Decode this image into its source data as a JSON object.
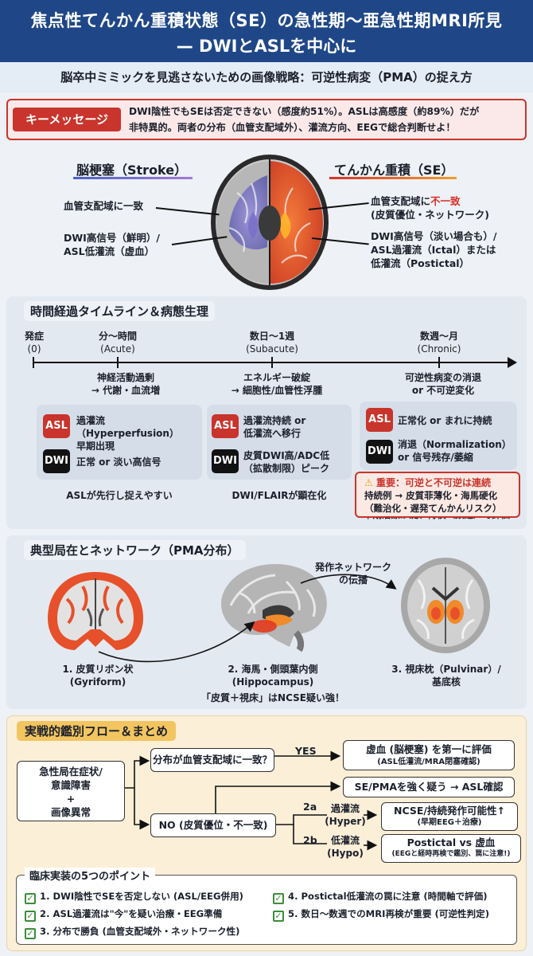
{
  "header": {
    "title_line1": "焦点性てんかん重積状態（SE）の急性期〜亜急性期MRI所見",
    "title_line2": "— DWIとASLを中心に",
    "subtitle": "脳卒中ミミックを見逃さないための画像戦略：可逆性病変（PMA）の捉え方"
  },
  "key_message": {
    "tag": "キーメッセージ",
    "line1": "DWI陰性でもSEは否定できない（感度約51%）。ASLは高感度（約89%）だが",
    "line2": "非特異的。両者の分布（血管支配域外）、灌流方向、EEGで総合判断せよ！"
  },
  "comparison": {
    "stroke_title": "脳梗塞（Stroke）",
    "stroke_label1": "血管支配域に一致",
    "stroke_label2_line1": "DWI高信号（鮮明）/",
    "stroke_label2_line2": "ASL低灌流（虚血）",
    "se_title": "てんかん重積（SE）",
    "se_label1_prefix": "血管支配域に",
    "se_label1_emph": "不一致",
    "se_label1_line2": "(皮質優位・ネットワーク)",
    "se_label2_line1": "DWI高信号（淡い場合も）/",
    "se_label2_line2": "ASL過灌流（Ictal）または",
    "se_label2_line3": "低灌流（Postictal）",
    "colors": {
      "stroke": "#6b5fd0",
      "se": "#e0452b"
    }
  },
  "timeline": {
    "section_title": "時間経過タイムライン＆病態生理",
    "points": [
      {
        "label": "発症",
        "sub": "(0)"
      },
      {
        "label": "分〜時間",
        "sub": "(Acute)"
      },
      {
        "label": "数日〜1週",
        "sub": "(Subacute)"
      },
      {
        "label": "数週〜月",
        "sub": "(Chronic)"
      }
    ],
    "phases": [
      {
        "line1": "神経活動過剰",
        "line2": "→ 代謝・血流増"
      },
      {
        "line1": "エネルギー破綻",
        "line2": "→ 細胞性/血管性浮腫"
      },
      {
        "line1": "可逆性病変の消退",
        "line2": "or 不可逆変化"
      }
    ],
    "badges": {
      "asl": "ASL",
      "dwi": "DWI"
    },
    "acute": {
      "asl_line1": "過灌流（Hyperperfusion）",
      "asl_line2": "早期出現",
      "dwi": "正常 or 淡い高信号",
      "caption": "ASLが先行し捉えやすい"
    },
    "subacute": {
      "asl_line1": "過灌流持続 or",
      "asl_line2": "低灌流へ移行",
      "dwi_line1": "皮質DWI高/ADC低",
      "dwi_line2": "（拡散制限）ピーク",
      "caption": "DWI/FLAIRが顕在化"
    },
    "chronic": {
      "asl": "正常化 or まれに持続",
      "dwi_line1": "消退（Normalization）",
      "dwi_line2": "or 信号残存/萎縮"
    },
    "warning": {
      "title": "重要：可逆と不可逆は連続",
      "line1": "持続例 → 皮質菲薄化・海馬硬化",
      "line2": "（難治化・遅発てんかんリスク）"
    },
    "followup": "早期治療が鍵、再検（数週）で評価"
  },
  "distribution": {
    "section_title": "典型局在とネットワーク（PMA分布）",
    "propagation_line1": "発作ネットワーク",
    "propagation_line2": "の伝播",
    "items": [
      {
        "line1": "1. 皮質リボン状",
        "line2": "(Gyriform)"
      },
      {
        "line1": "2. 海馬・側頭葉内側",
        "line2": "(Hippocampus)"
      },
      {
        "line1": "3. 視床枕（Pulvinar）/",
        "line2": "基底核"
      }
    ],
    "note": "「皮質＋視床」はNCSE疑い強！"
  },
  "flow": {
    "section_title": "実戦的鑑別フロー＆まとめ",
    "start_line1": "急性局在症状/",
    "start_line2": "意識障害",
    "start_line3": "+",
    "start_line4": "画像異常",
    "question": "分布が血管支配域に一致？",
    "yes": "YES",
    "yes_result_line1": "虚血 (脳梗塞) を第一に評価",
    "yes_result_line2": "(ASL低灌流/MRA閉塞確認)",
    "no": "NO (皮質優位・不一致)",
    "se_suspect": "SE/PMAを強く疑う → ASL確認",
    "branch_2a": "2a",
    "branch_2a_label_line1": "過灌流",
    "branch_2a_label_line2": "(Hyper)",
    "branch_2a_result_line1": "NCSE/持続発作可能性↑",
    "branch_2a_result_line2": "(早期EEG＋治療)",
    "branch_2b": "2b",
    "branch_2b_label_line1": "低灌流",
    "branch_2b_label_line2": "(Hypo)",
    "branch_2b_result_line1": "Postictal vs 虚血",
    "branch_2b_result_line2": "(EEGと経時再検で鑑別、罠に注意!)"
  },
  "points": {
    "title": "臨床実装の5つのポイント",
    "items": [
      "1. DWI陰性でSEを否定しない (ASL/EEG併用)",
      "2. ASL過灌流は\"今\"を疑い治療・EEG準備",
      "3. 分布で勝負 (血管支配域外・ネットワーク性)",
      "4. Postictal低灌流の罠に注意 (時間軸で評価)",
      "5. 数日〜数週でのMRI再検が重要 (可逆性判定)"
    ]
  }
}
